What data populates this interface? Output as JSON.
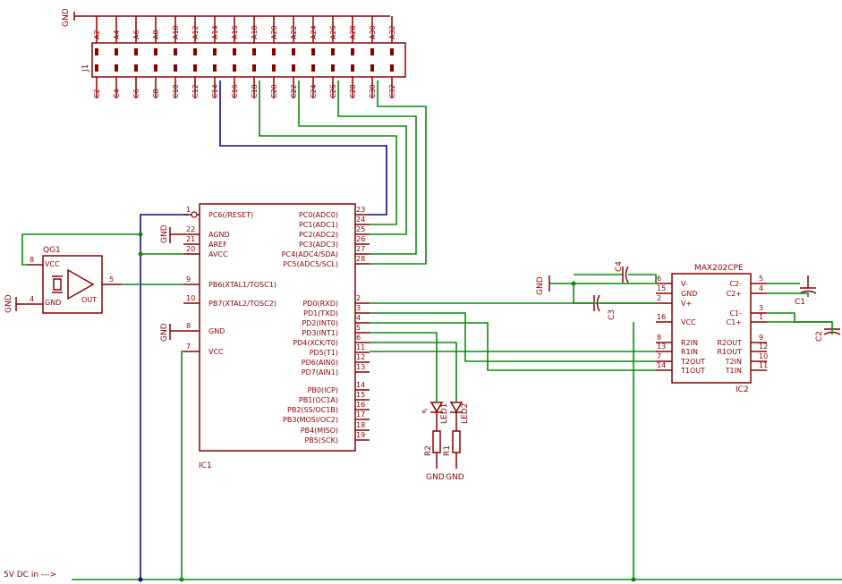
{
  "header": {
    "gnd": "GND"
  },
  "j1": {
    "name": "J1",
    "top_labels": [
      "A2",
      "A4",
      "A6",
      "A8",
      "A10",
      "A12",
      "A14",
      "A16",
      "A18",
      "A20",
      "A22",
      "A24",
      "A26",
      "A28",
      "A30",
      "A32"
    ],
    "bottom_labels": [
      "C2",
      "C4",
      "C6",
      "C8",
      "C10",
      "C12",
      "C14",
      "C16",
      "C18",
      "C20",
      "C22",
      "C24",
      "C26",
      "C28",
      "C30",
      "C32"
    ]
  },
  "ic1": {
    "name": "IC1",
    "left_pins": [
      {
        "num": "1",
        "name": "PC6(/RESET)"
      },
      {
        "num": "22",
        "name": "AGND"
      },
      {
        "num": "21",
        "name": "AREF"
      },
      {
        "num": "20",
        "name": "AVCC"
      },
      {
        "num": "9",
        "name": "PB6(XTAL1/TOSC1)"
      },
      {
        "num": "10",
        "name": "PB7(XTAL2/TOSC2)"
      },
      {
        "num": "8",
        "name": "GND"
      },
      {
        "num": "7",
        "name": "VCC"
      }
    ],
    "right_pins": [
      {
        "num": "23",
        "name": "PC0(ADC0)"
      },
      {
        "num": "24",
        "name": "PC1(ADC1)"
      },
      {
        "num": "25",
        "name": "PC2(ADC2)"
      },
      {
        "num": "26",
        "name": "PC3(ADC3)"
      },
      {
        "num": "27",
        "name": "PC4(ADC4/SDA)"
      },
      {
        "num": "28",
        "name": "PC5(ADC5/SCL)"
      },
      {
        "num": "2",
        "name": "PD0(RXD)"
      },
      {
        "num": "3",
        "name": "PD1(TXD)"
      },
      {
        "num": "4",
        "name": "PD2(INT0)"
      },
      {
        "num": "5",
        "name": "PD3(INT1)"
      },
      {
        "num": "6",
        "name": "PD4(XCK/T0)"
      },
      {
        "num": "11",
        "name": "PD5(T1)"
      },
      {
        "num": "12",
        "name": "PD6(AIN0)"
      },
      {
        "num": "13",
        "name": "PD7(AIN1)"
      },
      {
        "num": "14",
        "name": "PB0(ICP)"
      },
      {
        "num": "15",
        "name": "PB1(OC1A)"
      },
      {
        "num": "16",
        "name": "PB2(SS/OC1B)"
      },
      {
        "num": "17",
        "name": "PB3(MOSI/OC2)"
      },
      {
        "num": "18",
        "name": "PB4(MISO)"
      },
      {
        "num": "19",
        "name": "PB5(SCK)"
      }
    ],
    "gnd_left": [
      "GND",
      "GND"
    ]
  },
  "qg1": {
    "name": "QG1",
    "vcc": "VCC",
    "gnd": "GND",
    "out": "OUT",
    "pin8": "8",
    "pin4": "4",
    "pin5": "5",
    "gnd_label": "GND"
  },
  "ic2": {
    "name": "IC2",
    "part": "MAX202CPE",
    "left_pins": [
      {
        "num": "6",
        "name": "V-"
      },
      {
        "num": "15",
        "name": "GND"
      },
      {
        "num": "2",
        "name": "V+"
      },
      {
        "num": "16",
        "name": "VCC"
      },
      {
        "num": "8",
        "name": "R2IN"
      },
      {
        "num": "13",
        "name": "R1IN"
      },
      {
        "num": "7",
        "name": "T2OUT"
      },
      {
        "num": "14",
        "name": "T1OUT"
      }
    ],
    "right_pins": [
      {
        "num": "5",
        "name": "C2-"
      },
      {
        "num": "4",
        "name": "C2+"
      },
      {
        "num": "3",
        "name": "C1-"
      },
      {
        "num": "1",
        "name": "C1+"
      },
      {
        "num": "9",
        "name": "R2OUT"
      },
      {
        "num": "12",
        "name": "R1OUT"
      },
      {
        "num": "10",
        "name": "T2IN"
      },
      {
        "num": "11",
        "name": "T1IN"
      }
    ],
    "gnd_label": "GND"
  },
  "caps": {
    "c1": "C1",
    "c2": "C2",
    "c3": "C3",
    "c4": "C4"
  },
  "leds": {
    "led1": "LED1",
    "led2": "LED2",
    "r1": "R1",
    "r2": "R2",
    "gnd1": "GND",
    "gnd2": "GND"
  },
  "power": {
    "label": "5V DC in --->"
  }
}
